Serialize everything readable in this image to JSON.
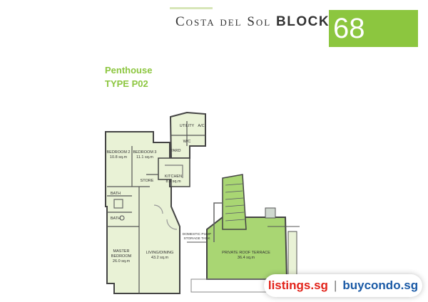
{
  "header": {
    "title_prefix": "Costa del Sol",
    "title_block": "BLOCK",
    "block_number": "68"
  },
  "unit": {
    "name": "Penthouse",
    "type": "TYPE P02"
  },
  "rooms": {
    "utility": "UTILITY",
    "ac": "A/C",
    "wc": "W/C",
    "yard": "YARD",
    "bedroom2_name": "BEDROOM 2",
    "bedroom2_area": "10.8 sq.m",
    "bedroom3_name": "BEDROOM 3",
    "bedroom3_area": "11.1 sq.m",
    "kitchen_name": "KITCHEN",
    "kitchen_area": "8.9 sq.m",
    "store": "STORE",
    "bath_1": "BATH",
    "bath_2": "BATH",
    "master_name": "MASTER",
    "master_name2": "BEDROOM",
    "master_area": "26.0 sq.m",
    "living_name": "LIVING/DINING",
    "living_area": "43.2 sq.m",
    "pump_line1": "DOMESTIC PUMP",
    "pump_line2": "STORAGE TANK",
    "terrace_name": "PRIVATE ROOF TERRACE",
    "terrace_area": "36.4 sq.m"
  },
  "watermark": {
    "site1": "listings.sg",
    "separator": "|",
    "site2": "buycondo.sg"
  },
  "colors": {
    "accent_green": "#8cc63f",
    "floor_fill": "#e9f2d6",
    "terrace_fill": "#a9d673",
    "watermark_red": "#e2231a",
    "watermark_blue": "#1a5aa6"
  }
}
